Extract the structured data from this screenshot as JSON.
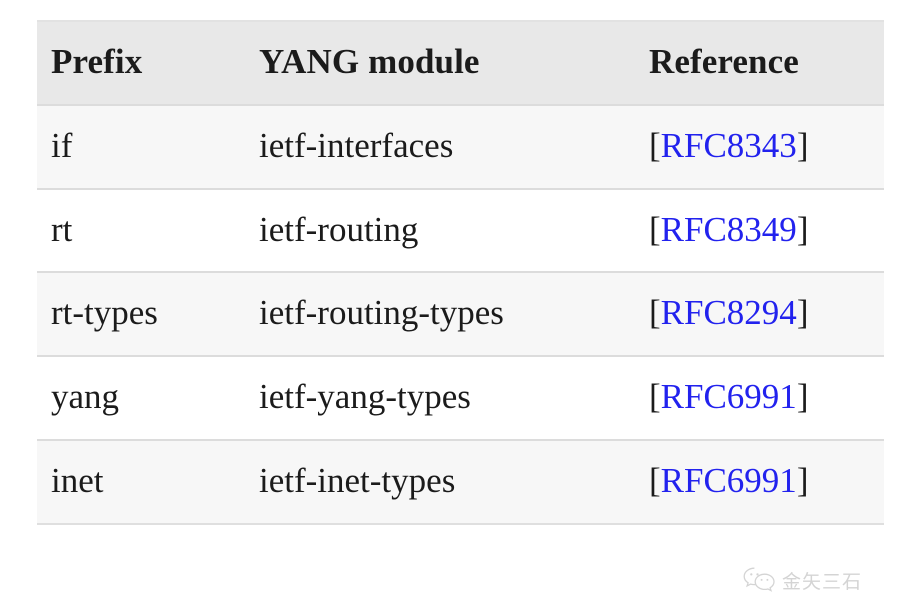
{
  "table": {
    "columns": [
      {
        "key": "prefix",
        "label": "Prefix"
      },
      {
        "key": "module",
        "label": "YANG module"
      },
      {
        "key": "reference",
        "label": "Reference"
      }
    ],
    "rows": [
      {
        "prefix": "if",
        "module": "ietf-interfaces",
        "reference_label": "RFC8343",
        "bracket_open": "[",
        "bracket_close": "]"
      },
      {
        "prefix": "rt",
        "module": "ietf-routing",
        "reference_label": "RFC8349",
        "bracket_open": "[",
        "bracket_close": "]"
      },
      {
        "prefix": "rt-types",
        "module": "ietf-routing-types",
        "reference_label": "RFC8294",
        "bracket_open": "[",
        "bracket_close": "]"
      },
      {
        "prefix": "yang",
        "module": "ietf-yang-types",
        "reference_label": "RFC6991",
        "bracket_open": "[",
        "bracket_close": "]"
      },
      {
        "prefix": "inet",
        "module": "ietf-inet-types",
        "reference_label": "RFC6991",
        "bracket_open": "[",
        "bracket_close": "]"
      }
    ]
  },
  "watermark": {
    "text": "金矢三石",
    "logo_icon": "wechat-icon"
  },
  "colors": {
    "link": "#2222ee",
    "text": "#1b1b1b",
    "header_background": "#e8e8e8",
    "row_odd_background": "#f7f7f7",
    "row_even_background": "#ffffff",
    "border": "#dcdcdc",
    "watermark_text": "#9a9a9a"
  }
}
